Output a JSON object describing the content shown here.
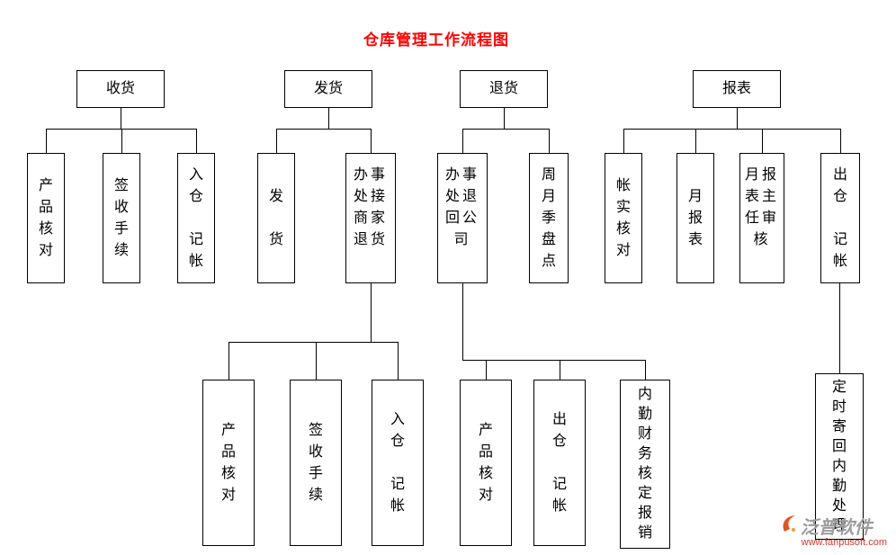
{
  "title": "仓库管理工作流程图",
  "nodes": {
    "receive": "收货",
    "ship": "发货",
    "ret": "退货",
    "report": "报表",
    "recv_product_check": "产\n品\n核\n对",
    "recv_sign": "签\n收\n手\n续",
    "recv_in_account": "入\n仓\n\n记\n帐",
    "ship_deliver": "发\n\n货",
    "ship_office_return": "办事\n处接\n商家\n退货",
    "ret_office_company": "办事\n处退\n回公\n司",
    "ret_inventory": "周\n月\n季\n盘\n点",
    "rep_account_check": "帐\n实\n核\n对",
    "rep_monthly": "月\n报\n表",
    "rep_review": "月报\n表主\n任审\n核",
    "rep_out_account": "出\n仓\n\n记\n帐",
    "ship2_product_check": "产\n品\n核\n对",
    "ship2_sign": "签\n收\n手\n续",
    "ship2_in_account": "入\n仓\n\n记\n帐",
    "ret2_product_check": "产\n品\n核\n对",
    "ret2_out_account": "出\n仓\n\n记\n帐",
    "ret2_finance": "内\n勤\n财\n务\n核\n定\n报\n销",
    "rep2_send_back": "定\n时\n寄\n回\n内\n勤\n处\n理"
  },
  "watermark": {
    "brand": "泛普软件",
    "url": "www.fanpusoft.com"
  }
}
